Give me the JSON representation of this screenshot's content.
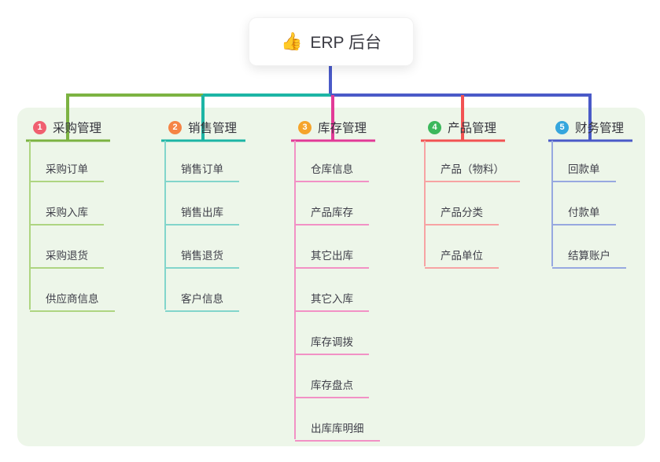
{
  "root": {
    "icon": "👍",
    "label": "ERP 后台"
  },
  "colors": {
    "canvas_bg": "#ffffff",
    "panel_bg": "#edf6e9",
    "root_card_bg": "#ffffff",
    "root_text": "#3b3b43",
    "root_trunk_line": "#4a5ac8",
    "branch_text": "#35353d",
    "child_text": "#40404a"
  },
  "branches": [
    {
      "index": "1",
      "label": "采购管理",
      "badge_color": "#f05f70",
      "line_color": "#7cb342",
      "child_line_color": "#aed581",
      "children": [
        "采购订单",
        "采购入库",
        "采购退货",
        "供应商信息"
      ]
    },
    {
      "index": "2",
      "label": "销售管理",
      "badge_color": "#f58445",
      "line_color": "#1db5a5",
      "child_line_color": "#82d5cb",
      "children": [
        "销售订单",
        "销售出库",
        "销售退货",
        "客户信息"
      ]
    },
    {
      "index": "3",
      "label": "库存管理",
      "badge_color": "#f5a42b",
      "line_color": "#e23a97",
      "child_line_color": "#f291c5",
      "children": [
        "仓库信息",
        "产品库存",
        "其它出库",
        "其它入库",
        "库存调拨",
        "库存盘点",
        "出库库明细"
      ]
    },
    {
      "index": "4",
      "label": "产品管理",
      "badge_color": "#3cb85c",
      "line_color": "#f25252",
      "child_line_color": "#f7a3a3",
      "children": [
        "产品（物料）",
        "产品分类",
        "产品单位"
      ]
    },
    {
      "index": "5",
      "label": "财务管理",
      "badge_color": "#35a6dd",
      "line_color": "#4a5ac8",
      "child_line_color": "#97a8e0",
      "children": [
        "回款单",
        "付款单",
        "结算账户"
      ]
    }
  ]
}
